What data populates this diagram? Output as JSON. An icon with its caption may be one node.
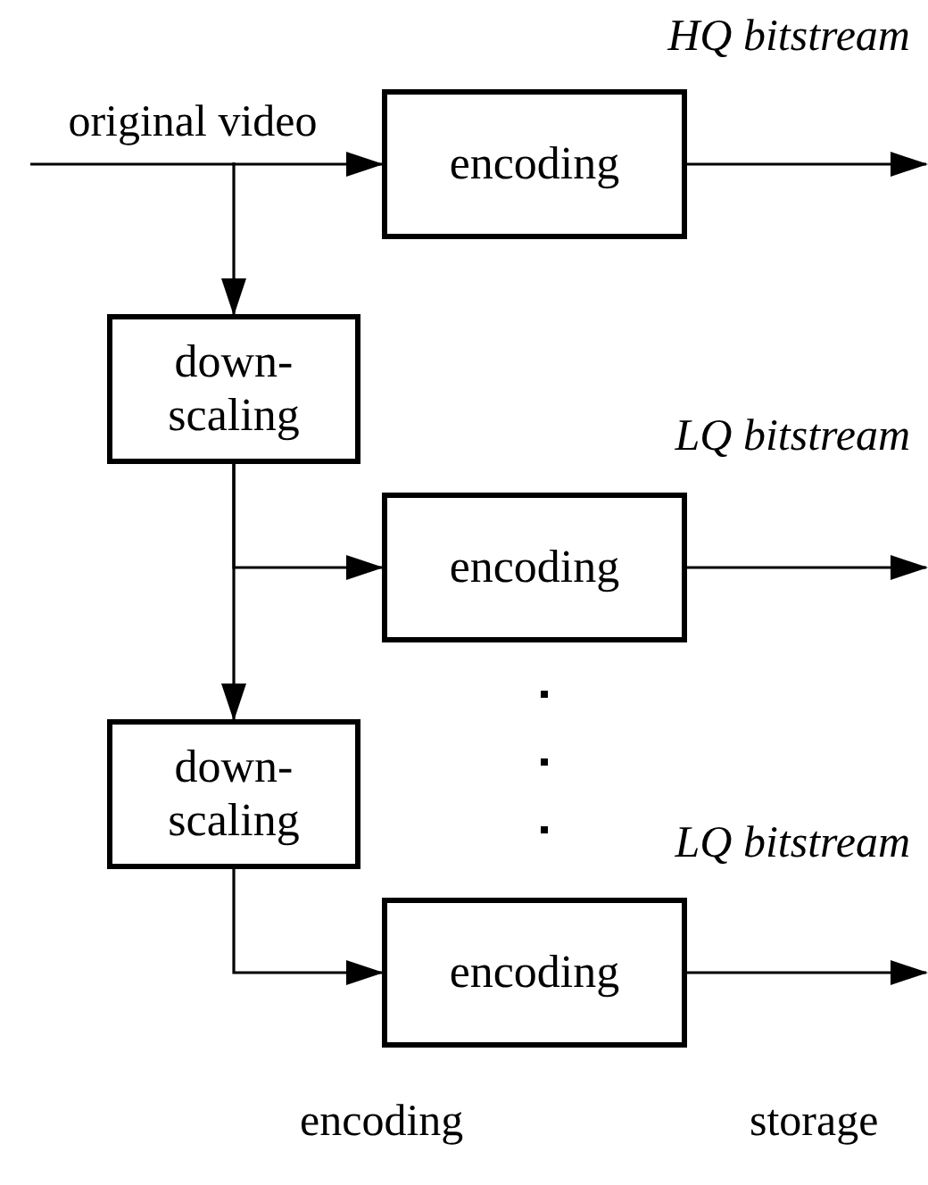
{
  "diagram": {
    "nodes": [
      {
        "text": [
          "encoding"
        ]
      },
      {
        "text": [
          "down-scaling"
        ]
      },
      {
        "text": [
          "encoding"
        ]
      },
      {
        "text": [
          "down-scaling"
        ]
      },
      {
        "text": [
          "encoding"
        ]
      }
    ],
    "edges": [
      {
        "from": null,
        "to": 0,
        "arrow": "to",
        "label": "original video"
      },
      {
        "from": null,
        "to": 1,
        "arrow": "to"
      },
      {
        "from": 0,
        "to": null,
        "arrow": "to",
        "label": "HQ bitstream"
      },
      {
        "from": 1,
        "to": 2,
        "arrow": "to"
      },
      {
        "from": 1,
        "to": 3,
        "arrow": "to"
      },
      {
        "from": 2,
        "to": null,
        "arrow": "to",
        "label": "LQ bitstream"
      },
      {
        "from": 3,
        "to": 4,
        "arrow": "to"
      },
      {
        "from": 4,
        "to": null,
        "arrow": "to",
        "label": "LQ bitstream"
      }
    ],
    "labels": [
      "encoding",
      "storage"
    ]
  }
}
